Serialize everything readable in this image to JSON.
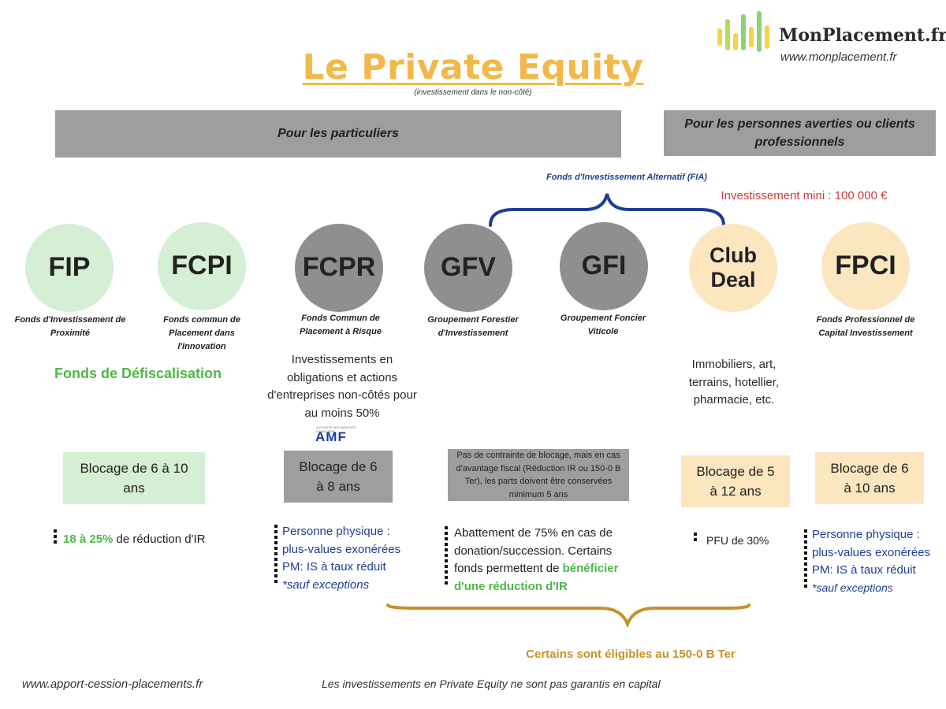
{
  "header": {
    "title": "Le Private Equity",
    "subtitle": "(investissement dans le non-côté)",
    "logo_name": "MonPlacement.fr",
    "logo_url": "www.monplacement.fr"
  },
  "bands": {
    "retail": "Pour les particuliers",
    "professional": "Pour les personnes averties ou clients professionnels"
  },
  "fia_label": "Fonds d'Investissement Alternatif (FIA)",
  "min_investment": "Investissement mini : 100 000 €",
  "funds": [
    {
      "abbr": "FIP",
      "caption": "Fonds d'Investissement de Proximité"
    },
    {
      "abbr": "FCPI",
      "caption": "Fonds commun de Placement dans l'Innovation"
    },
    {
      "abbr": "FCPR",
      "caption": "Fonds Commun de Placement à Risque"
    },
    {
      "abbr": "GFV",
      "caption": "Groupement Forestier d'Investissement"
    },
    {
      "abbr": "GFI",
      "caption": "Groupement Foncier Viticole"
    },
    {
      "abbr": "Club Deal",
      "caption": ""
    },
    {
      "abbr": "FPCI",
      "caption": "Fonds Professionnel de Capital Investissement"
    }
  ],
  "defiscalisation": "Fonds de Défiscalisation",
  "fcpr_desc": "Investissements en obligations et actions d'entreprises non-côtés pour au moins 50%",
  "amf_logo": "AMF",
  "club_desc": "Immobiliers, art, terrains, hotellier, pharmacie, etc.",
  "lockups": {
    "fip_fcpi": "Blocage de 6 à 10 ans",
    "fcpr": "Blocage de 6 à 8 ans",
    "gfv_gfi": "Pas de contrainte de blocage, mais en cas d'avantage fiscal (Réduction IR ou 150-0 B Ter), les parts doivent être conservées minimum 5 ans",
    "club": "Blocage de 5 à 12 ans",
    "fpci": "Blocage de 6 à 10 ans"
  },
  "tax": {
    "fip_highlight": "18 à 25%",
    "fip_rest": " de réduction d'IR",
    "fcpr_lines": [
      "Personne physique :",
      "plus-values exonérées",
      "PM: IS à taux réduit",
      "*sauf exceptions"
    ],
    "gfv_text": "Abattement de 75% en cas de donation/succession. Certains fonds permettent de ",
    "gfv_highlight": "bénéficier d'une réduction d'IR",
    "club": "PFU de 30%",
    "fpci_lines": [
      "Personne physique :",
      "plus-values exonérées",
      "PM: IS à taux réduit",
      "*sauf exceptions"
    ]
  },
  "eligible_label": "Certains sont éligibles au 150-0 B Ter",
  "footer": {
    "url": "www.apport-cession-placements.fr",
    "disclaimer": "Les investissements en Private Equity ne sont pas garantis en capital"
  },
  "colors": {
    "title": "#F2B84B",
    "green_fund": "#D4EFD4",
    "grey_fund": "#8F8F8F",
    "peach_fund": "#FCE6C0",
    "accent_green": "#4CB848",
    "accent_blue": "#1C3F94",
    "accent_red": "#D23A3A",
    "accent_gold": "#C6922B"
  }
}
